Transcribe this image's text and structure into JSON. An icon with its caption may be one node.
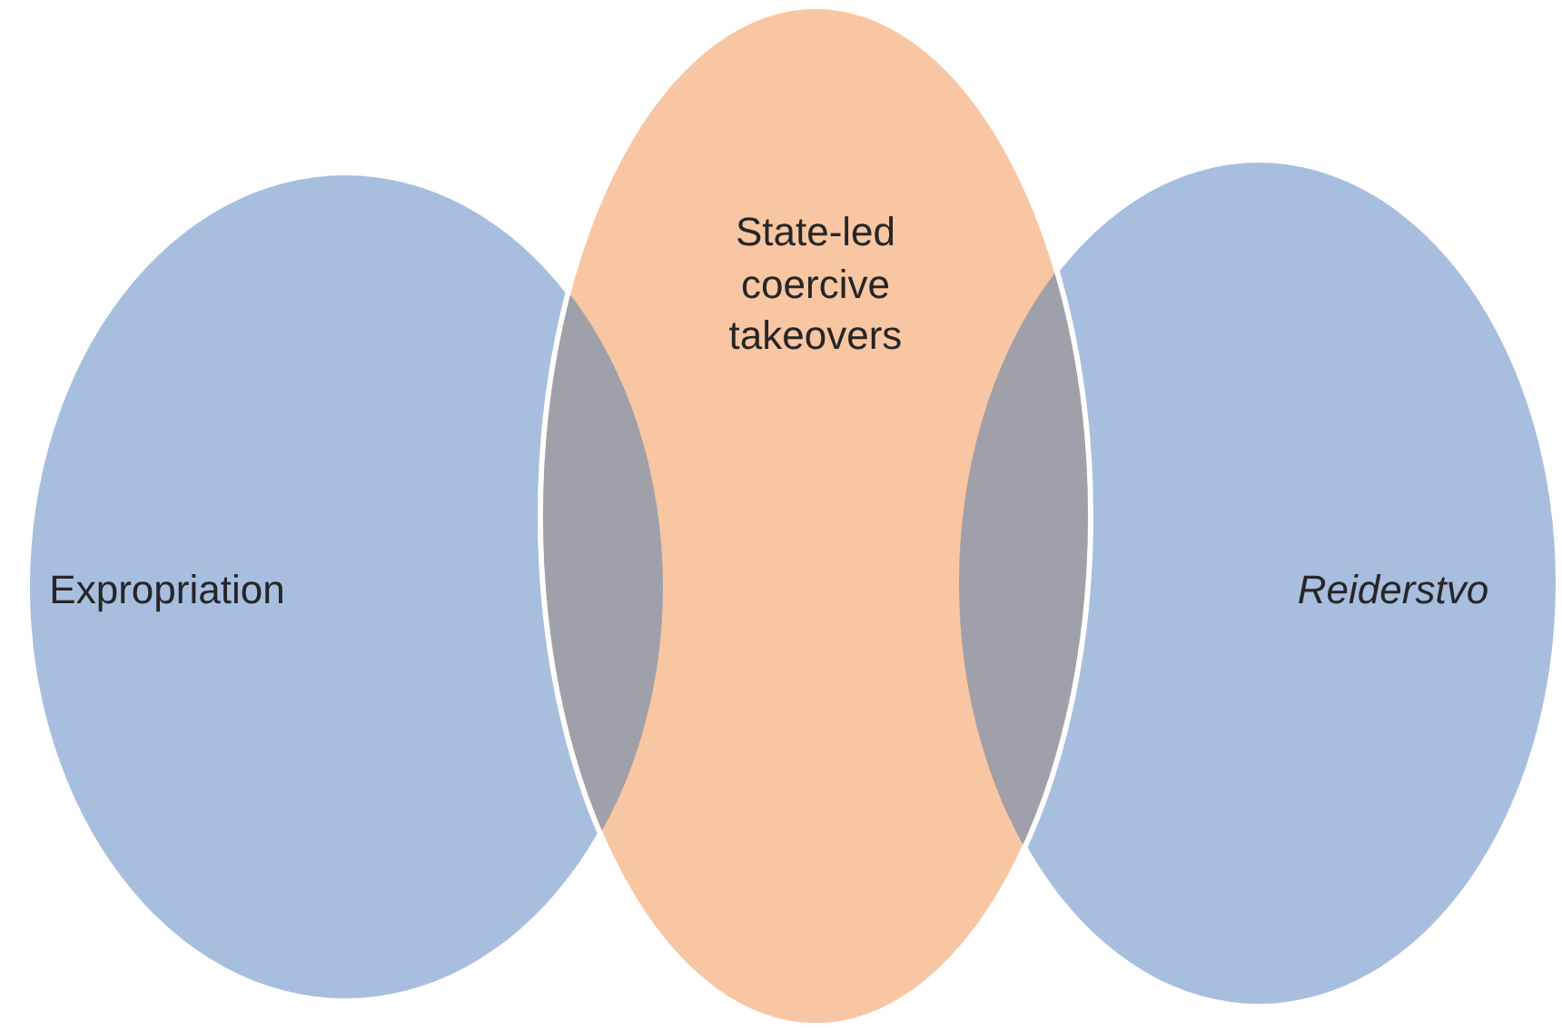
{
  "diagram": {
    "nodes": [
      {
        "text": [
          "Expropriation"
        ]
      },
      {
        "text": [
          "State-led coercive takeovers"
        ]
      },
      {
        "text": [
          "Reiderstvo"
        ]
      },
      {
        "text": [],
        "shape": "lens"
      },
      {
        "text": [],
        "shape": "lens"
      }
    ]
  }
}
